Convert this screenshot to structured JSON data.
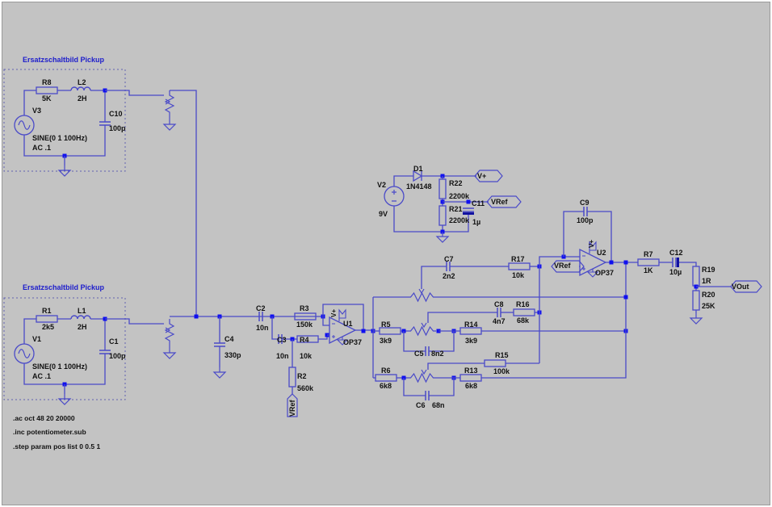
{
  "titles": {
    "pickup_top": "Ersatzschaltbild Pickup",
    "pickup_bottom": "Ersatzschaltbild Pickup"
  },
  "components": {
    "R8": {
      "name": "R8",
      "value": "5K"
    },
    "L2": {
      "name": "L2",
      "value": "2H"
    },
    "V3": {
      "name": "V3",
      "value": "SINE(0 1 100Hz)",
      "ac": "AC .1"
    },
    "C10": {
      "name": "C10",
      "value": "100p"
    },
    "R1": {
      "name": "R1",
      "value": "2k5"
    },
    "L1": {
      "name": "L1",
      "value": "2H"
    },
    "V1": {
      "name": "V1",
      "value": "SINE(0 1 100Hz)",
      "ac": "AC .1"
    },
    "C1": {
      "name": "C1",
      "value": "100p"
    },
    "C4": {
      "name": "C4",
      "value": "330p"
    },
    "C2": {
      "name": "C2",
      "value": "10n"
    },
    "C3": {
      "name": "C3",
      "value": "10n"
    },
    "R3": {
      "name": "R3",
      "value": "150k"
    },
    "R4": {
      "name": "R4",
      "value": "10k"
    },
    "R2": {
      "name": "R2",
      "value": "560k"
    },
    "U1": {
      "name": "U1",
      "value": "OP37"
    },
    "V2": {
      "name": "V2",
      "value": "9V"
    },
    "D1": {
      "name": "D1",
      "value": "1N4148"
    },
    "R22": {
      "name": "R22",
      "value": "2200k"
    },
    "R21": {
      "name": "R21",
      "value": "2200k"
    },
    "C11": {
      "name": "C11",
      "value": "1µ"
    },
    "C7": {
      "name": "C7",
      "value": "2n2"
    },
    "R17": {
      "name": "R17",
      "value": "10k"
    },
    "C8": {
      "name": "C8",
      "value": "4n7"
    },
    "R16": {
      "name": "R16",
      "value": "68k"
    },
    "R5": {
      "name": "R5",
      "value": "3k9"
    },
    "R14": {
      "name": "R14",
      "value": "3k9"
    },
    "C5": {
      "name": "C5",
      "value": "8n2"
    },
    "R15": {
      "name": "R15",
      "value": "100k"
    },
    "R6": {
      "name": "R6",
      "value": "6k8"
    },
    "R13": {
      "name": "R13",
      "value": "6k8"
    },
    "C6": {
      "name": "C6",
      "value": "68n"
    },
    "C9": {
      "name": "C9",
      "value": "100p"
    },
    "U2": {
      "name": "U2",
      "value": "OP37"
    },
    "R7": {
      "name": "R7",
      "value": "1K"
    },
    "C12": {
      "name": "C12",
      "value": "10µ"
    },
    "R19": {
      "name": "R19",
      "value": "1R"
    },
    "R20": {
      "name": "R20",
      "value": "25K"
    }
  },
  "net_flags": {
    "vplus": "V+",
    "vref": "VRef",
    "vout": "VOut"
  },
  "directives": [
    ".ac oct 48 20 20000",
    ".inc potentiometer.sub",
    ".step param pos list 0 0.5 1"
  ],
  "colors": {
    "background": "#c3c3c3",
    "wire": "#4a4ac8",
    "node": "#1010f0",
    "title": "#1c1ccc"
  }
}
